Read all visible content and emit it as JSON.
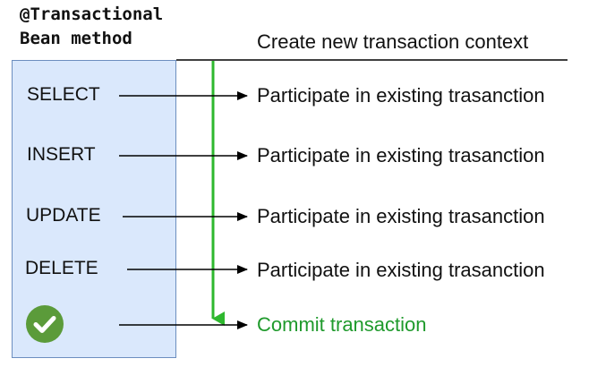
{
  "header": {
    "annotation_line1": "@Transactional",
    "annotation_line2": "Bean method",
    "context_label": "Create new transaction context"
  },
  "operations": [
    {
      "label": "SELECT",
      "result": "Participate in existing trasanction"
    },
    {
      "label": "INSERT",
      "result": "Participate in existing trasanction"
    },
    {
      "label": "UPDATE",
      "result": "Participate in existing trasanction"
    },
    {
      "label": "DELETE",
      "result": "Participate in existing trasanction"
    }
  ],
  "final_step": {
    "icon": "check-circle-icon",
    "result": "Commit transaction"
  },
  "colors": {
    "box_fill": "#dae8fc",
    "box_stroke": "#6c8ebf",
    "flow_arrow": "#2eb82e",
    "commit_text": "#1f9a2c",
    "check_badge": "#5b9b3a"
  }
}
